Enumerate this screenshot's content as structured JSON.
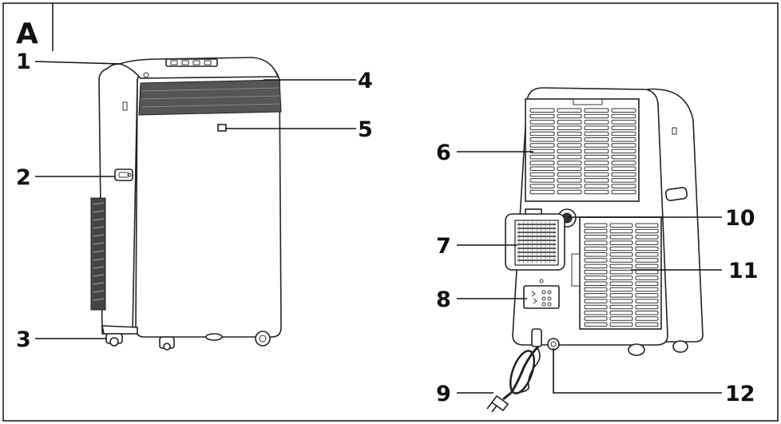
{
  "figure": {
    "panel_letter": "A",
    "callouts": [
      {
        "id": "c1",
        "number": "1"
      },
      {
        "id": "c2",
        "number": "2"
      },
      {
        "id": "c3",
        "number": "3"
      },
      {
        "id": "c4",
        "number": "4"
      },
      {
        "id": "c5",
        "number": "5"
      },
      {
        "id": "c6",
        "number": "6"
      },
      {
        "id": "c7",
        "number": "7"
      },
      {
        "id": "c8",
        "number": "8"
      },
      {
        "id": "c9",
        "number": "9"
      },
      {
        "id": "c10",
        "number": "10"
      },
      {
        "id": "c11",
        "number": "11"
      },
      {
        "id": "c12",
        "number": "12"
      }
    ],
    "colors": {
      "line": "#111111",
      "background": "#ffffff"
    }
  }
}
